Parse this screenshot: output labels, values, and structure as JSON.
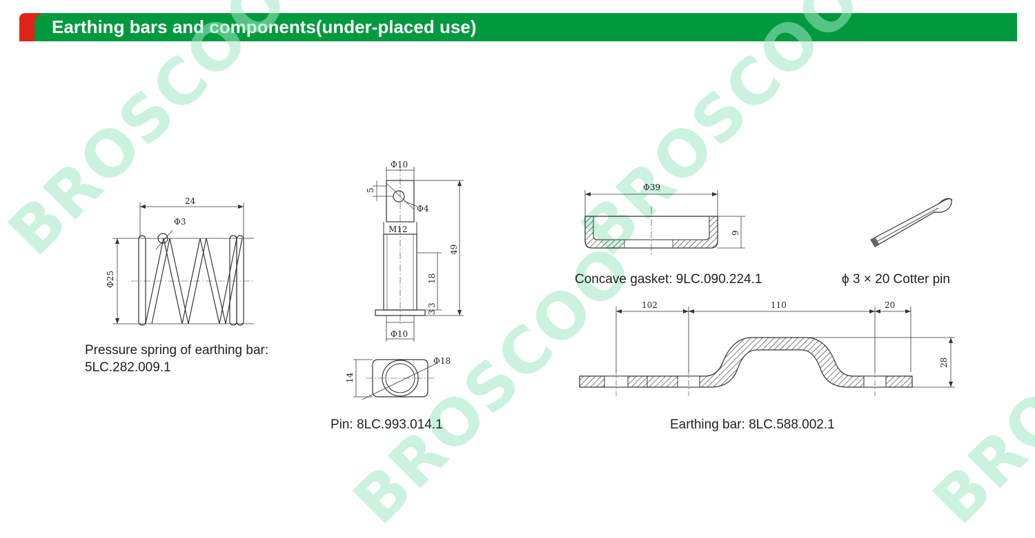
{
  "header": {
    "title": "Earthing bars and components(under-placed use)"
  },
  "watermark": {
    "text": "BROSCOO"
  },
  "colors": {
    "accent_green": "#009a3e",
    "accent_red": "#e2231a",
    "watermark": "#9fe8c4"
  },
  "parts": {
    "spring": {
      "caption_line1": "Pressure spring of earthing bar:",
      "caption_line2": "5LC.282.009.1",
      "dims": {
        "width": "24",
        "wire": "Φ3",
        "diameter": "Φ25"
      }
    },
    "pin": {
      "caption": "Pin: 8LC.993.014.1",
      "dims": {
        "top_dia": "Φ10",
        "hole": "Φ4",
        "offset": "5",
        "thread": "M12",
        "length": "49",
        "shank": "18",
        "head1": "3",
        "head2": "3",
        "bottom_dia": "Φ10",
        "flange_dia": "Φ18",
        "flange_width": "14"
      }
    },
    "gasket": {
      "caption": "Concave gasket: 9LC.090.224.1",
      "dims": {
        "diameter": "Φ39",
        "height": "9"
      }
    },
    "cotter_pin": {
      "caption": "ϕ 3 × 20 Cotter pin"
    },
    "earthing_bar": {
      "caption": "Earthing bar: 8LC.588.002.1",
      "dims": {
        "left": "102",
        "middle": "110",
        "right": "20",
        "height": "28"
      }
    }
  }
}
